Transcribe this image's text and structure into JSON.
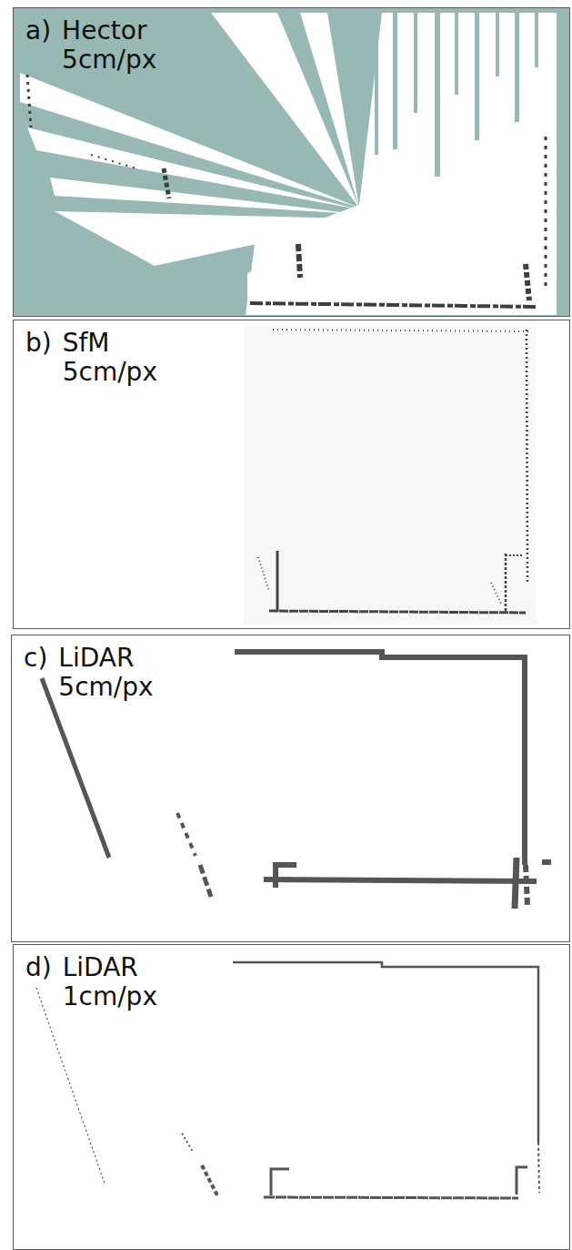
{
  "diagram": {
    "nodes": [
      {
        "text": [
          "a)",
          "Hector 5cm/px"
        ]
      },
      {
        "text": [
          "b)",
          "SfM 5cm/px"
        ]
      },
      {
        "text": [
          "c)",
          "LiDAR 5cm/px"
        ]
      },
      {
        "text": [
          "d)",
          "LiDAR 1cm/px"
        ]
      }
    ]
  }
}
